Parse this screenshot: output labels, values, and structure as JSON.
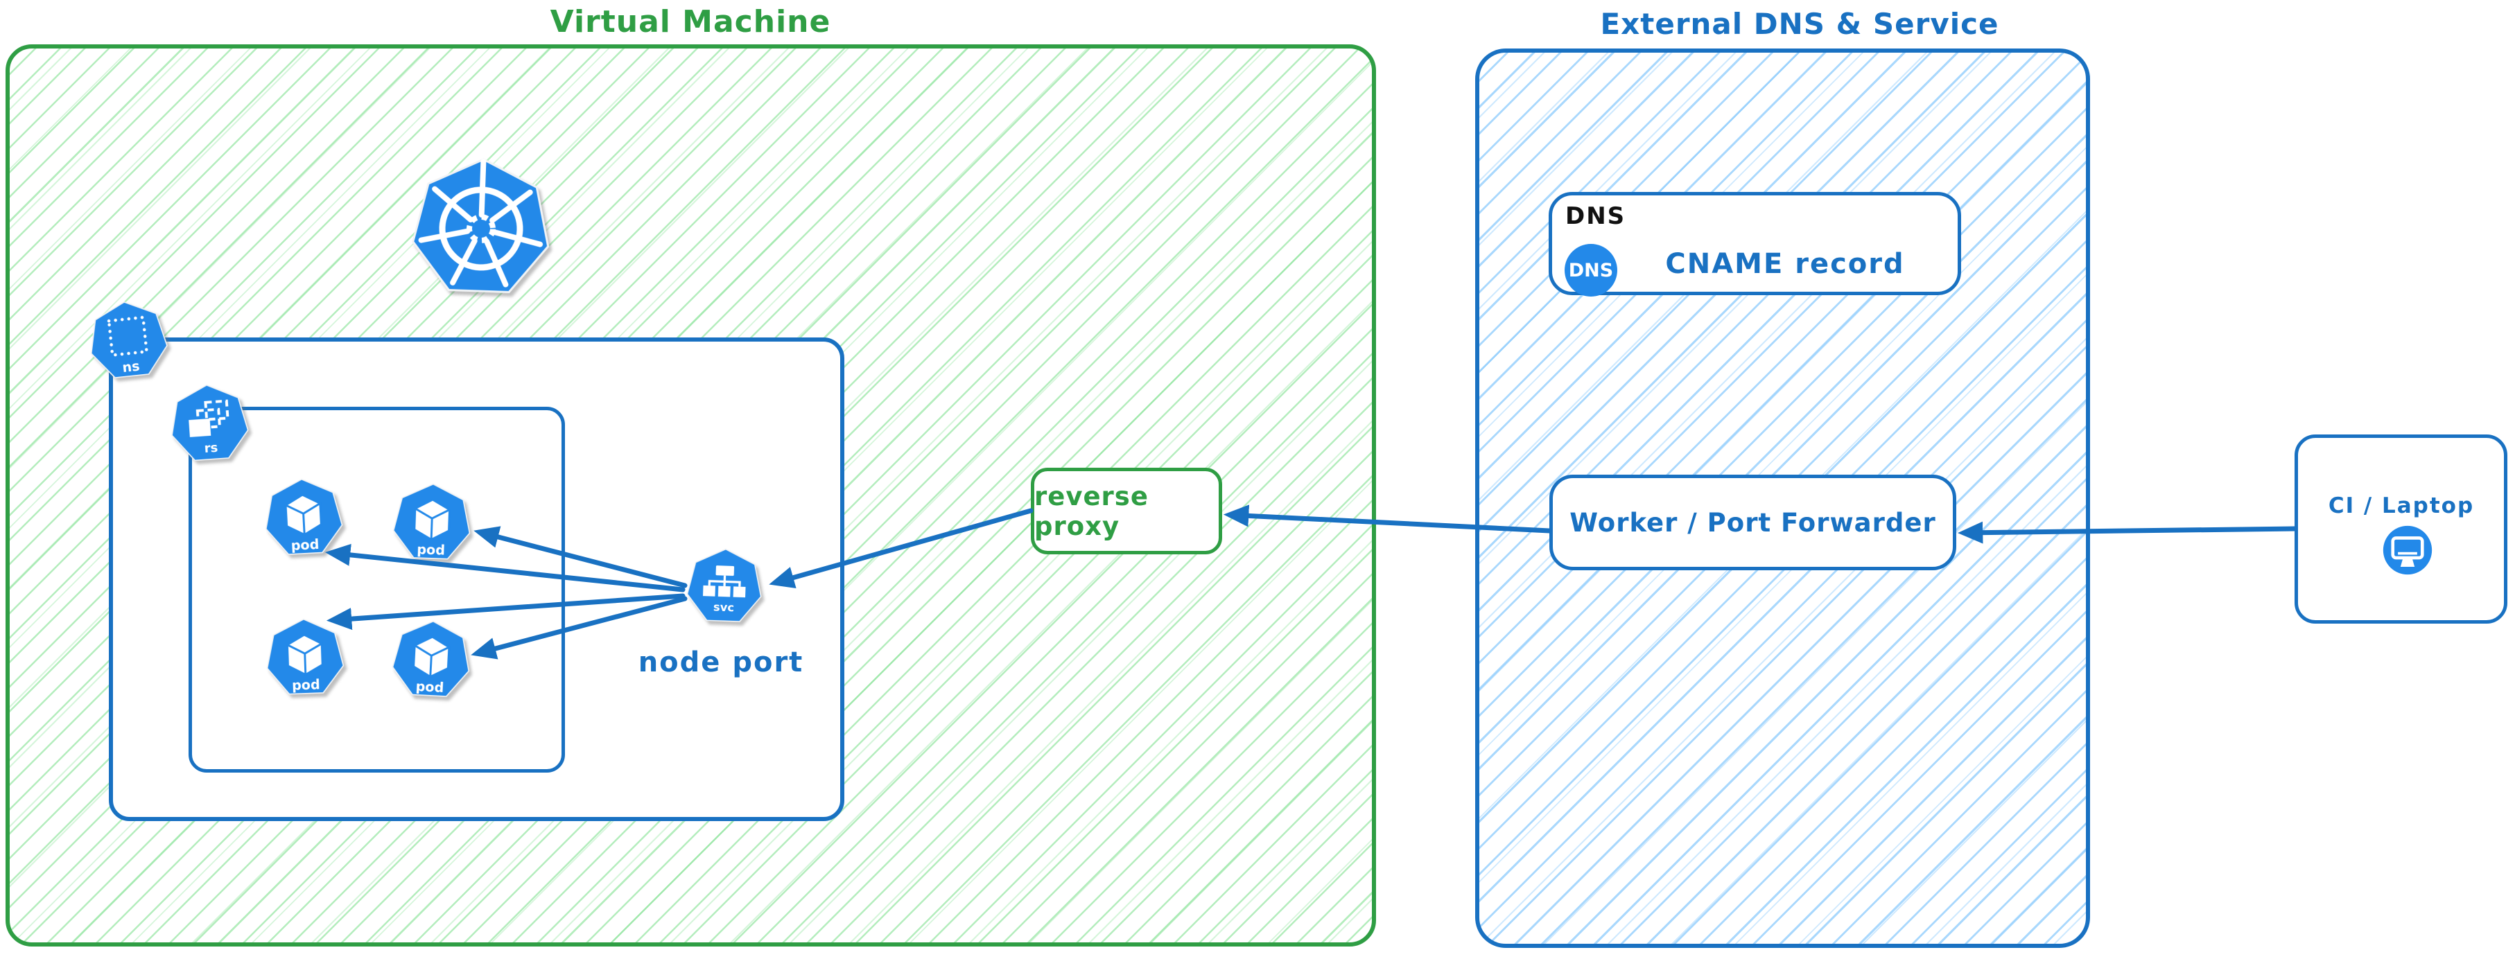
{
  "diagram": {
    "vm": {
      "title": "Virtual Machine",
      "accent": "#2f9e44",
      "kubernetes_icon": "kubernetes-wheel",
      "namespace": {
        "label": "ns"
      },
      "replicaset": {
        "label": "rs"
      },
      "pods": [
        {
          "label": "pod"
        },
        {
          "label": "pod"
        },
        {
          "label": "pod"
        },
        {
          "label": "pod"
        }
      ],
      "service": {
        "label": "svc",
        "caption": "node port"
      },
      "reverse_proxy": {
        "label": "reverse proxy"
      }
    },
    "external": {
      "title": "External DNS & Service",
      "accent": "#1971c2",
      "dns_card": {
        "tag": "DNS",
        "badge": "DNS",
        "record": "CNAME record"
      },
      "worker": {
        "label": "Worker / Port Forwarder"
      }
    },
    "client": {
      "label": "CI / Laptop",
      "icon": "monitor"
    }
  }
}
